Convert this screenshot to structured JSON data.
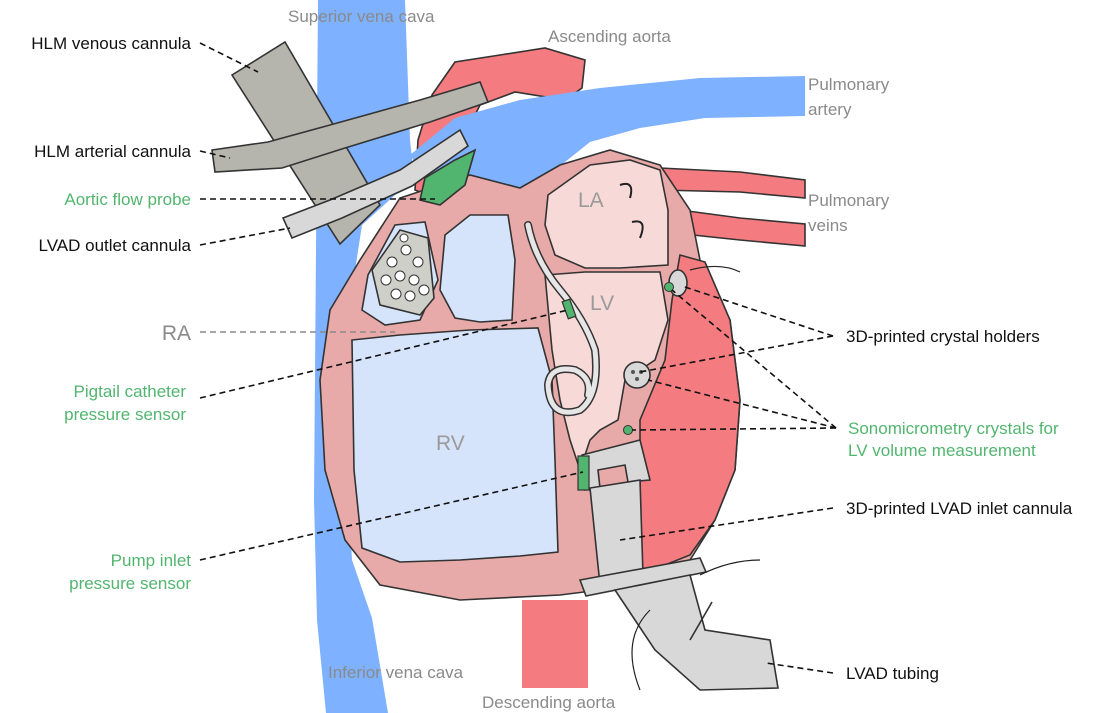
{
  "labels": {
    "superior_vena_cava": "Superior vena cava",
    "ascending_aorta": "Ascending aorta",
    "pulmonary_artery_1": "Pulmonary",
    "pulmonary_artery_2": "artery",
    "pulmonary_veins_1": "Pulmonary",
    "pulmonary_veins_2": "veins",
    "hlm_venous_cannula": "HLM venous cannula",
    "hlm_arterial_cannula": "HLM arterial cannula",
    "aortic_flow_probe": "Aortic flow probe",
    "lvad_outlet_cannula": "LVAD outlet cannula",
    "ra_label": "RA",
    "pigtail_1": "Pigtail catheter",
    "pigtail_2": "pressure sensor",
    "pump_inlet_1": "Pump inlet",
    "pump_inlet_2": "pressure sensor",
    "crystal_holders": "3D-printed crystal holders",
    "sono_1": "Sonomicrometry crystals for",
    "sono_2": "LV volume measurement",
    "lvad_inlet_cannula": "3D-printed LVAD inlet cannula",
    "lvad_tubing": "LVAD tubing",
    "inferior_vena_cava": "Inferior vena cava",
    "descending_aorta": "Descending aorta"
  },
  "chambers": {
    "la": "LA",
    "lv": "LV",
    "rv": "RV"
  },
  "colors": {
    "vein_blue": "#7eb1ff",
    "aorta_red": "#f47c80",
    "wall_pink": "#e8aaa8",
    "chamber_light_blue": "#d6e4fb",
    "la_lv_pink": "#f7d9d7",
    "cannula_grey": "#b5b5ae",
    "light_grey": "#d8d8d8",
    "probe_green": "#52b56f"
  }
}
